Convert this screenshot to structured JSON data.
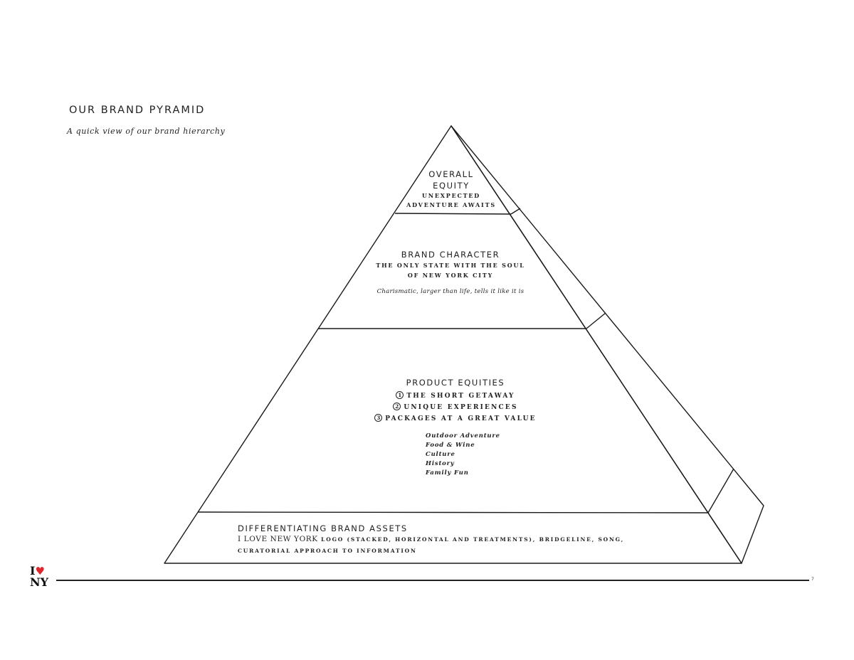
{
  "header": {
    "title": "OUR BRAND PYRAMID",
    "subtitle": "A quick view of our brand hierarchy"
  },
  "pyramid": {
    "overall_equity": {
      "heading_line1": "OVERALL",
      "heading_line2": "EQUITY",
      "tagline_line1": "UNEXPECTED",
      "tagline_line2": "ADVENTURE AWAITS"
    },
    "brand_character": {
      "heading": "BRAND CHARACTER",
      "tagline_line1": "THE ONLY STATE WITH THE SOUL",
      "tagline_line2": "OF NEW YORK CITY",
      "note": "Charismatic, larger than life, tells it like it is"
    },
    "product_equities": {
      "heading": "PRODUCT EQUITIES",
      "items": [
        {
          "num": "1",
          "label": "THE SHORT GETAWAY"
        },
        {
          "num": "2",
          "label": "UNIQUE EXPERIENCES"
        },
        {
          "num": "3",
          "label": "PACKAGES AT A GREAT VALUE"
        }
      ],
      "categories": [
        "Outdoor Adventure",
        "Food & Wine",
        "Culture",
        "History",
        "Family Fun"
      ]
    },
    "brand_assets": {
      "heading": "DIFFERENTIATING BRAND ASSETS",
      "lead": "I LOVE NEW YORK",
      "line1_rest": " logo (stacked, horizontal and treatments), bridgeline, song,",
      "line2": "curatorial approach to information"
    }
  },
  "footer": {
    "logo_top": "I",
    "logo_heart": "♥",
    "logo_bottom": "NY",
    "page_number": "7"
  },
  "colors": {
    "ink": "#1a1a1a",
    "heart": "#e0262b",
    "background": "#ffffff"
  }
}
